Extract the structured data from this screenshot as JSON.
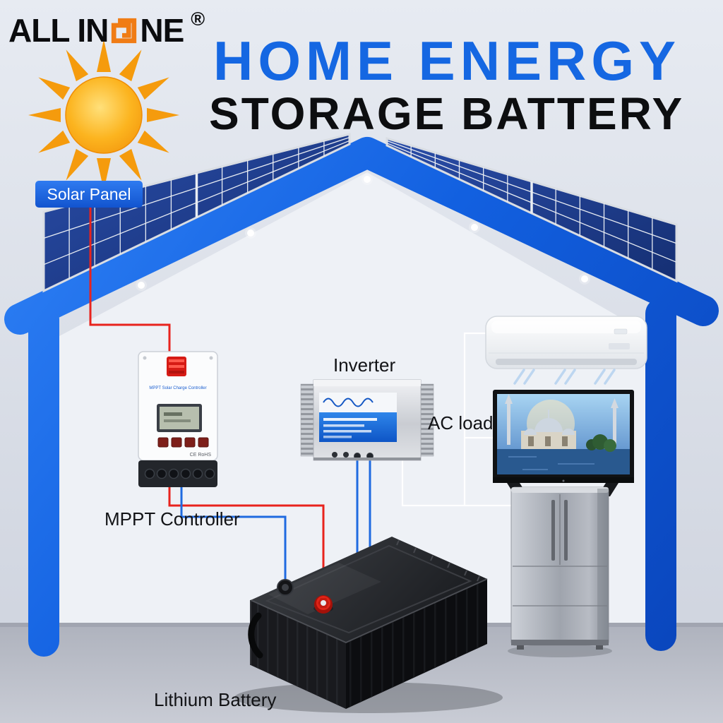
{
  "brand": {
    "name_part1": "ALL IN",
    "name_part2": "NE",
    "registered": "®"
  },
  "header": {
    "title_line1": "HOME ENERGY",
    "title_line2": "STORAGE BATTERY"
  },
  "labels": {
    "solar_panel": "Solar Panel",
    "mppt_controller": "MPPT Controller",
    "inverter": "Inverter",
    "ac_load": "AC load",
    "lithium_battery": "Lithium Battery"
  },
  "device_text": {
    "mppt_title": "MPPT Solar Charge Controller",
    "mppt_cert": "CE RoHS"
  },
  "colors": {
    "title_blue": "#1567e2",
    "house_blue": "#1260e0",
    "wire_red": "#e8231d",
    "wire_blue": "#1f6ae0",
    "wire_white": "#ffffff",
    "sun_orange": "#f59b0d",
    "label_bg": "#1f63e0",
    "panel_cell_blue": "#1d3f97"
  },
  "icons": {
    "sun": "sun-icon",
    "logo_glyph": "pixel-o-icon",
    "downlight": "downlight-icon"
  }
}
